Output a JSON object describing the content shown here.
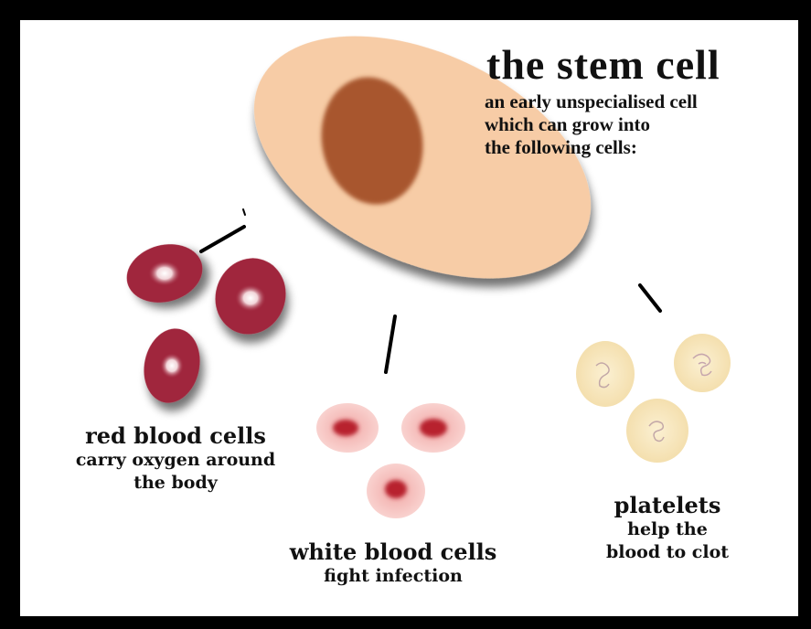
{
  "title": "the stem cell",
  "subtitle_lines": [
    "an early unspecialised cell",
    "which can grow into",
    "the following cells:"
  ],
  "red_blood_cells": {
    "name": "red blood cells",
    "description_lines": [
      "carry oxygen around",
      "the body"
    ]
  },
  "white_blood_cells": {
    "name": "white blood cells",
    "description_lines": [
      "fight infection"
    ]
  },
  "platelets": {
    "name": "platelets",
    "description_lines": [
      "help the",
      "blood to clot"
    ]
  },
  "colors": {
    "border": "#000000",
    "stem_cell": "#f7cca6",
    "stem_nucleus": "#a8562d",
    "red_cell": "#a0283e",
    "white_cell": "#f5b7b3",
    "white_nucleus": "#b8242e",
    "platelet": "#f8e6bc"
  }
}
